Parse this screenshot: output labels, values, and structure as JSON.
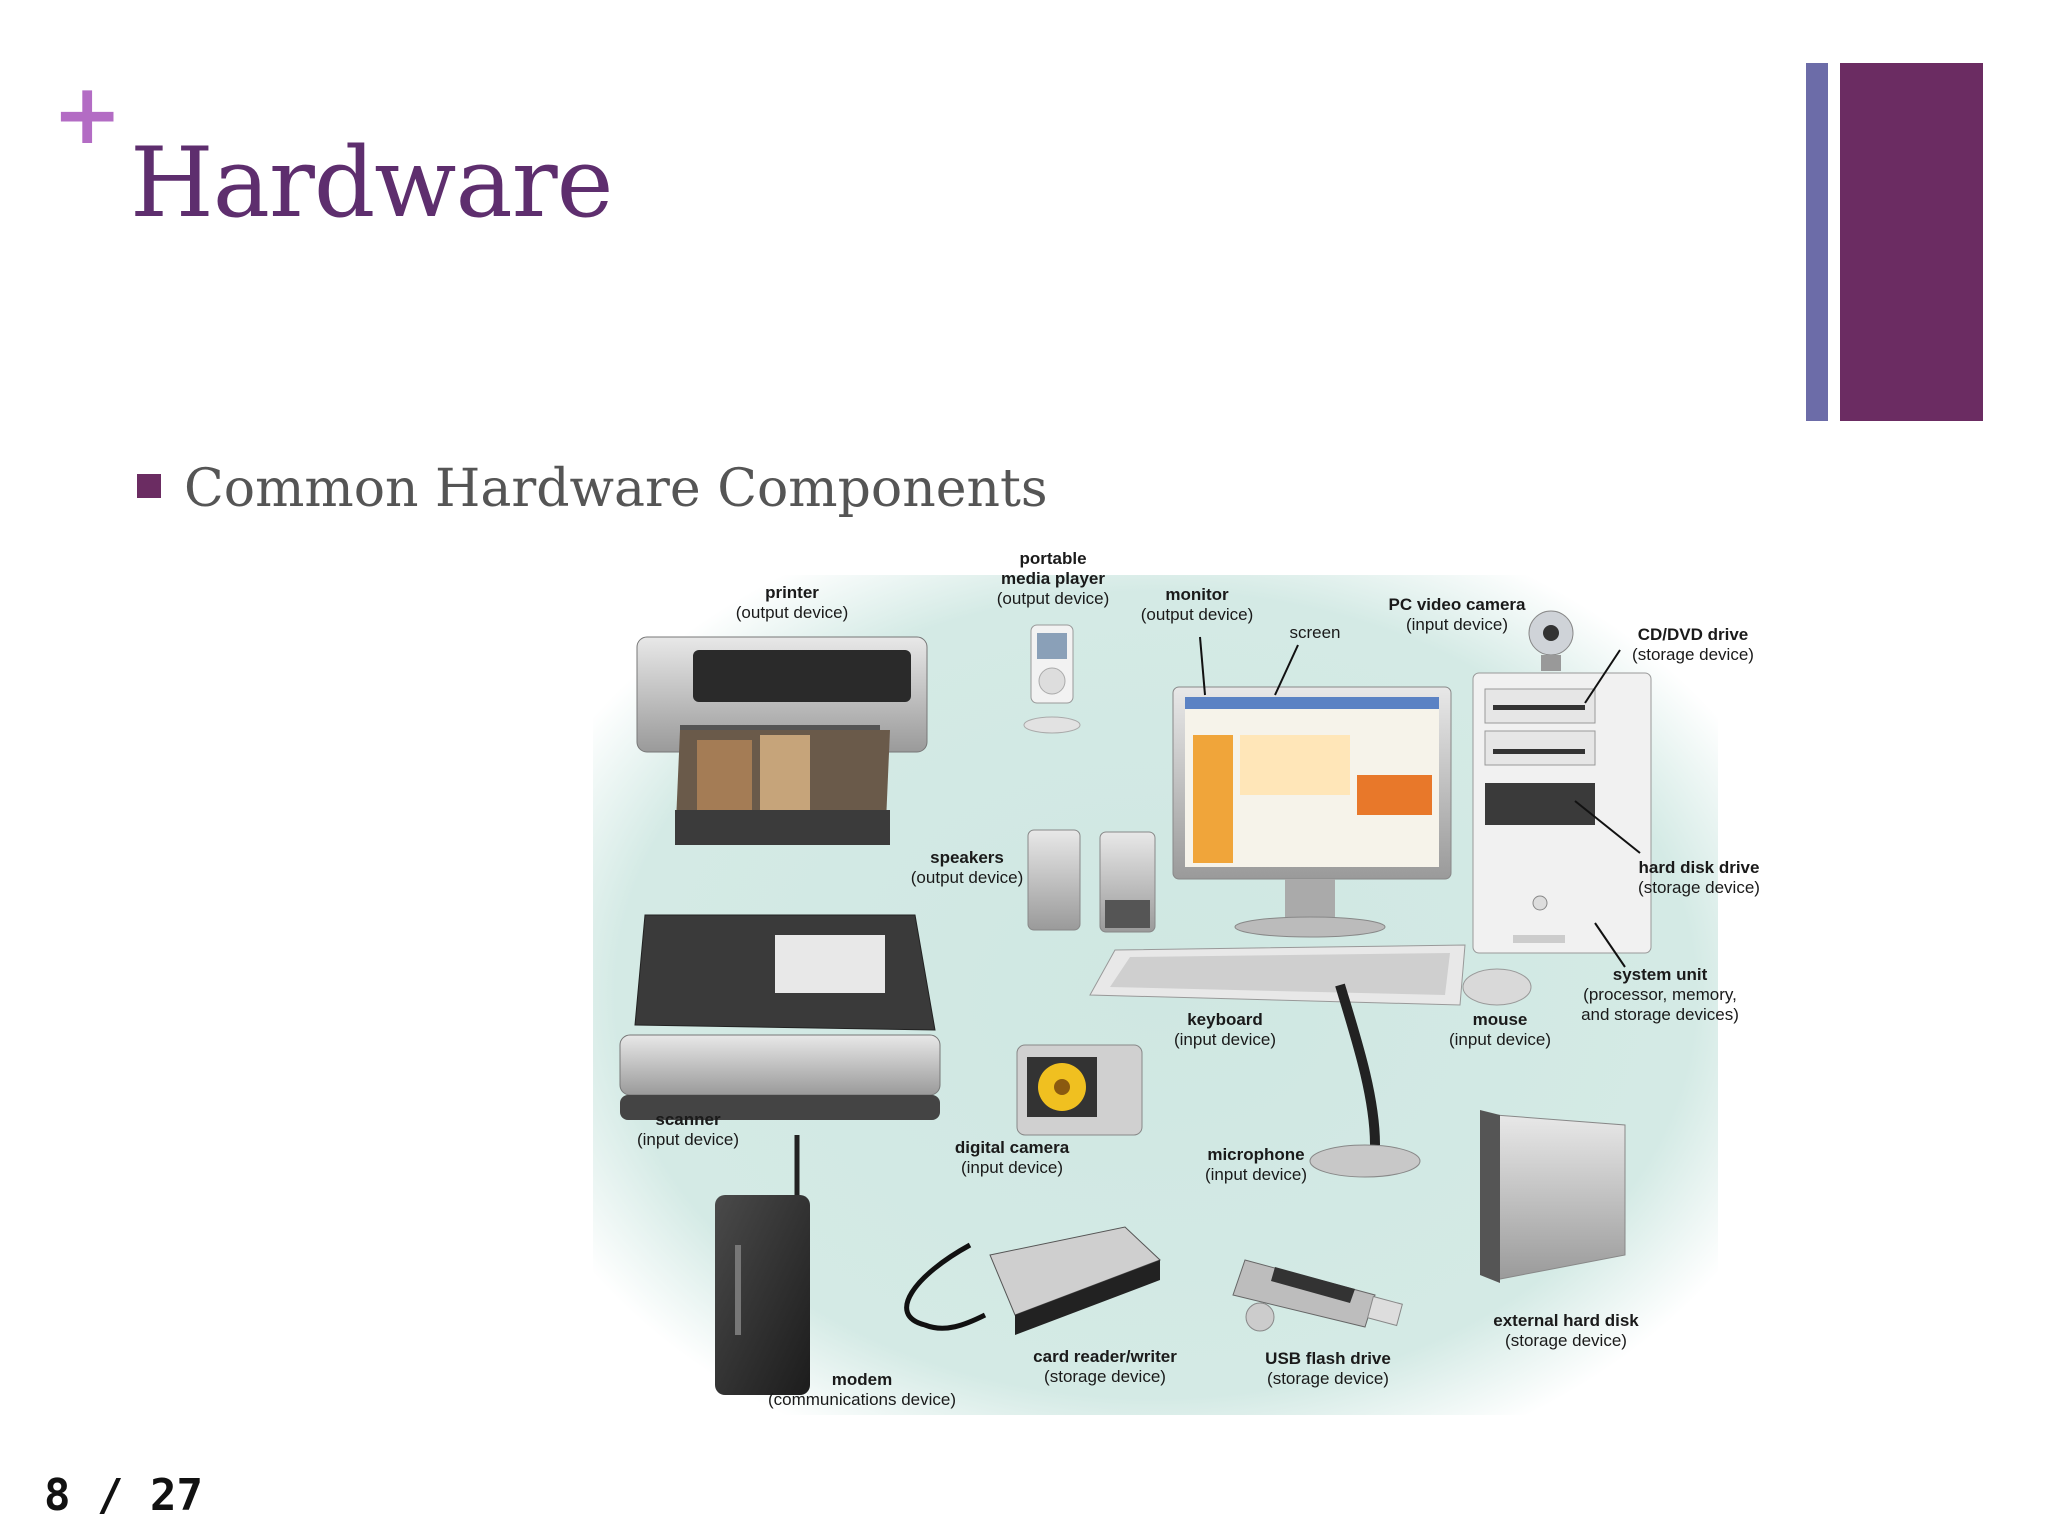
{
  "slide": {
    "plus": "+",
    "title": "Hardware",
    "bullet": "Common Hardware Components",
    "page_number": "8 / 27"
  },
  "colors": {
    "title": "#5e2e6e",
    "plus": "#b36cc4",
    "bar_thin": "#6c6ca8",
    "bar_thick": "#6b2c62",
    "diagram_bg": "#cfe7e2"
  },
  "labels": {
    "printer": {
      "name": "printer",
      "type": "(output device)"
    },
    "media_player": {
      "name1": "portable",
      "name2": "media player",
      "type": "(output device)"
    },
    "monitor": {
      "name": "monitor",
      "type": "(output device)"
    },
    "screen": {
      "name": "screen"
    },
    "pc_camera": {
      "name": "PC video camera",
      "type": "(input device)"
    },
    "cd_dvd": {
      "name": "CD/DVD drive",
      "type": "(storage device)"
    },
    "speakers": {
      "name": "speakers",
      "type": "(output device)"
    },
    "hard_disk": {
      "name": "hard disk drive",
      "type": "(storage device)"
    },
    "system_unit": {
      "name": "system unit",
      "type1": "(processor, memory,",
      "type2": "and storage devices)"
    },
    "keyboard": {
      "name": "keyboard",
      "type": "(input device)"
    },
    "mouse": {
      "name": "mouse",
      "type": "(input device)"
    },
    "scanner": {
      "name": "scanner",
      "type": "(input device)"
    },
    "digital_camera": {
      "name": "digital camera",
      "type": "(input device)"
    },
    "microphone": {
      "name": "microphone",
      "type": "(input device)"
    },
    "external_hdd": {
      "name": "external hard disk",
      "type": "(storage device)"
    },
    "modem": {
      "name": "modem",
      "type": "(communications device)"
    },
    "card_reader": {
      "name": "card reader/writer",
      "type": "(storage device)"
    },
    "usb_drive": {
      "name": "USB flash drive",
      "type": "(storage device)"
    }
  }
}
